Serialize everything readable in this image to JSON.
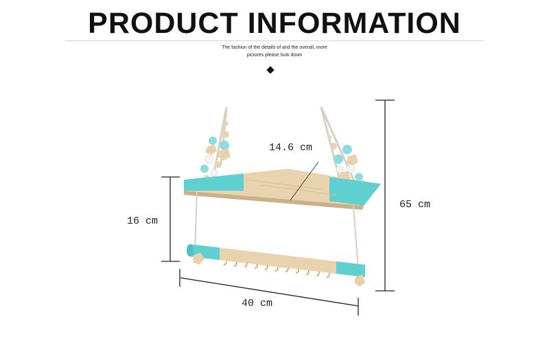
{
  "header": {
    "title": "PRODUCT INFORMATION",
    "subtitle_line1": "The fashion of the details of and the overall, more",
    "subtitle_line2": "pictures please look down"
  },
  "dimensions": {
    "depth": "14.6 cm",
    "height_between_shelves": "16 cm",
    "total_height": "65 cm",
    "width": "40 cm"
  },
  "colors": {
    "wood": "#e9d3ae",
    "accent": "#5fcfcf",
    "rope": "#ddd5c8",
    "bead_blue": "#8fdce0",
    "bead_white": "#f4f4f4",
    "dimension_line": "#222222"
  }
}
